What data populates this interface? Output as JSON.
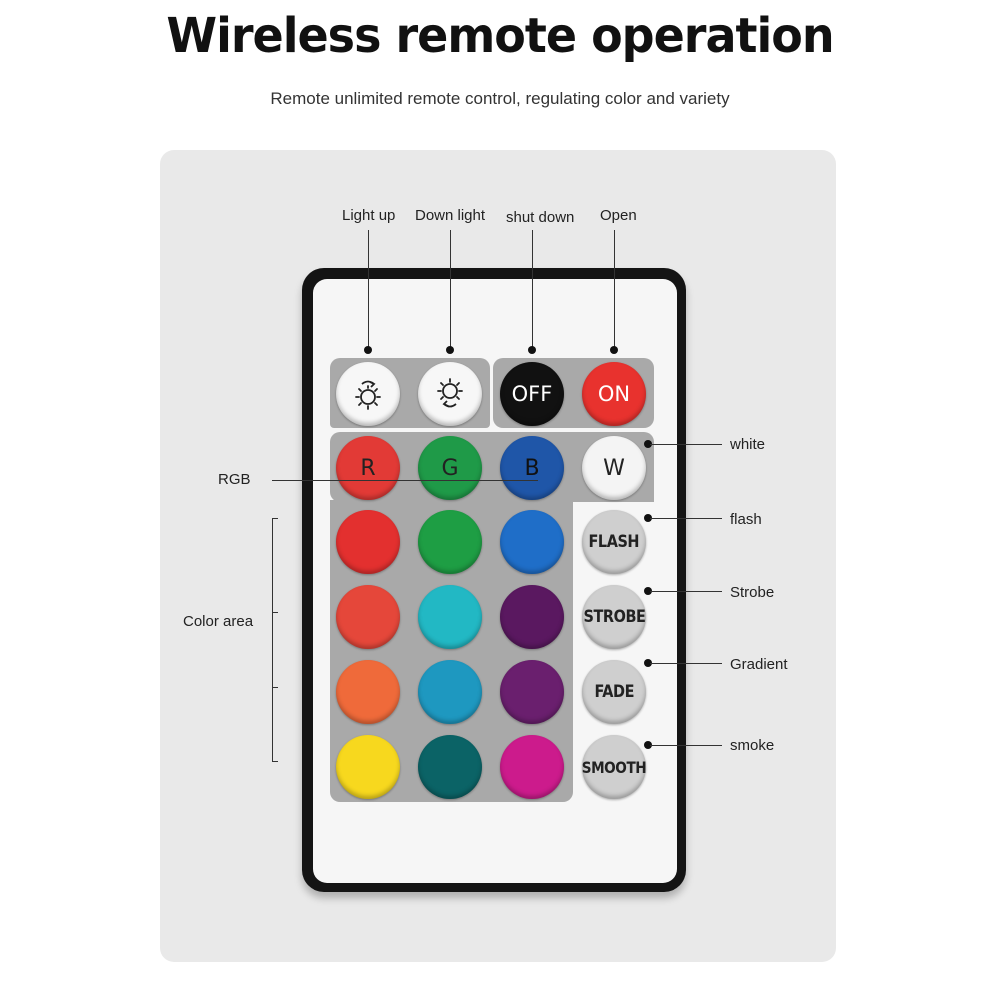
{
  "header": {
    "title": "Wireless remote operation",
    "subtitle": "Remote unlimited remote control, regulating color and variety"
  },
  "callouts": {
    "light_up": "Light up",
    "down_light": "Down light",
    "shut_down": "shut down",
    "open": "Open",
    "white": "white",
    "rgb": "RGB",
    "color_area": "Color area",
    "flash": "flash",
    "strobe": "Strobe",
    "gradient": "Gradient",
    "smoke": "smoke"
  },
  "buttons": {
    "brightness_up_icon": "sun-brightness-up-icon",
    "brightness_down_icon": "sun-brightness-down-icon",
    "off": "OFF",
    "on": "ON",
    "red": "R",
    "green": "G",
    "blue": "B",
    "white": "W",
    "flash": "FLASH",
    "strobe": "STROBE",
    "fade": "FADE",
    "smooth": "SMOOTH"
  },
  "colors": {
    "off_button": "#111111",
    "on_button": "#e8322e",
    "red": "#e23a36",
    "green": "#1f9a48",
    "blue": "#1f56a8",
    "white": "#f4f4f4",
    "color_rows": [
      [
        "#e3302f",
        "#1e9e44",
        "#1f6ec8"
      ],
      [
        "#e5473a",
        "#22b8c4",
        "#5a1860"
      ],
      [
        "#ef6a3a",
        "#1e98c0",
        "#6a1f6e"
      ],
      [
        "#f7d81e",
        "#0b6366",
        "#cc1b8c"
      ]
    ]
  }
}
